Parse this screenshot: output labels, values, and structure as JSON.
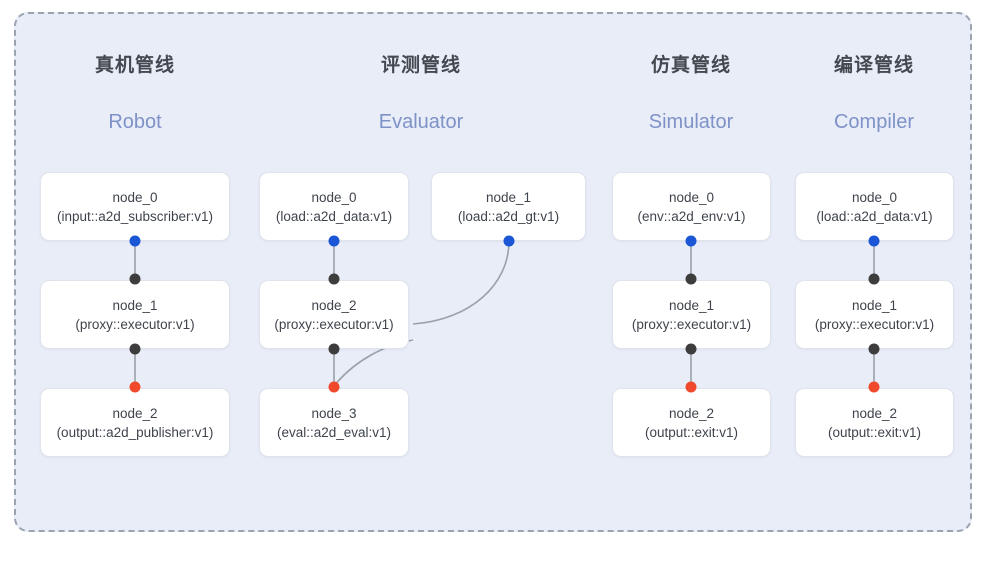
{
  "diagram": {
    "title_visible": false,
    "background_color": "#e8edf8",
    "frame_border_color": "#9aa3b0",
    "port_colors": {
      "input": "#1a56d6",
      "middle": "#3d3d3d",
      "output": "#f0492b"
    },
    "edge_color": "#9aa1ab"
  },
  "columns": [
    {
      "id": "robot",
      "title_cn": "真机管线",
      "title_en": "Robot",
      "nodes": [
        {
          "name": "node_0",
          "type": "(input::a2d_subscriber:v1)"
        },
        {
          "name": "node_1",
          "type": "(proxy::executor:v1)"
        },
        {
          "name": "node_2",
          "type": "(output::a2d_publisher:v1)"
        }
      ]
    },
    {
      "id": "evaluator",
      "title_cn": "评测管线",
      "title_en": "Evaluator",
      "nodes": [
        {
          "name": "node_0",
          "type": "(load::a2d_data:v1)"
        },
        {
          "name": "node_1",
          "type": "(load::a2d_gt:v1)"
        },
        {
          "name": "node_2",
          "type": "(proxy::executor:v1)"
        },
        {
          "name": "node_3",
          "type": "(eval::a2d_eval:v1)"
        }
      ]
    },
    {
      "id": "simulator",
      "title_cn": "仿真管线",
      "title_en": "Simulator",
      "nodes": [
        {
          "name": "node_0",
          "type": "(env::a2d_env:v1)"
        },
        {
          "name": "node_1",
          "type": "(proxy::executor:v1)"
        },
        {
          "name": "node_2",
          "type": "(output::exit:v1)"
        }
      ]
    },
    {
      "id": "compiler",
      "title_cn": "编译管线",
      "title_en": "Compiler",
      "nodes": [
        {
          "name": "node_0",
          "type": "(load::a2d_data:v1)"
        },
        {
          "name": "node_1",
          "type": "(proxy::executor:v1)"
        },
        {
          "name": "node_2",
          "type": "(output::exit:v1)"
        }
      ]
    }
  ]
}
